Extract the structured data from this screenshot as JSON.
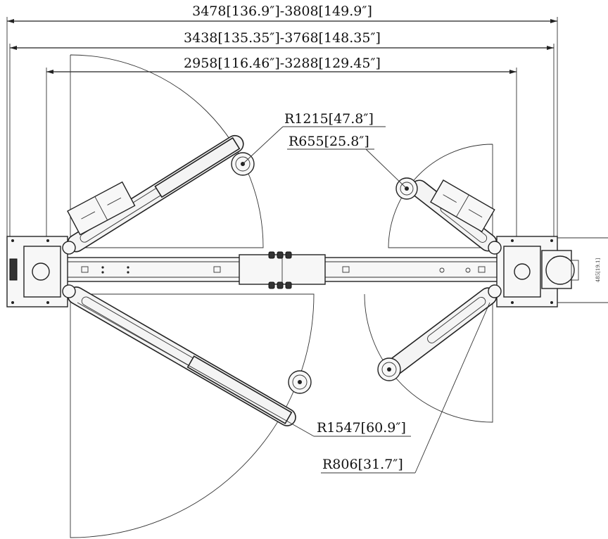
{
  "dimensions": {
    "overall_outer": "3478[136.9″]-3808[149.9″]",
    "overall_inner": "3438[135.35″]-3768[148.35″]",
    "between_columns": "2958[116.46″]-3288[129.45″]"
  },
  "radii": {
    "short_arm_front_left": "R1215[47.8″]",
    "short_arm_front_right": "R655[25.8″]",
    "long_arm_rear_left": "R1547[60.9″]",
    "long_arm_rear_right": "R806[31.7″]"
  },
  "side_label": "485[19.1]",
  "colors": {
    "line": "#222222",
    "background": "#ffffff"
  }
}
